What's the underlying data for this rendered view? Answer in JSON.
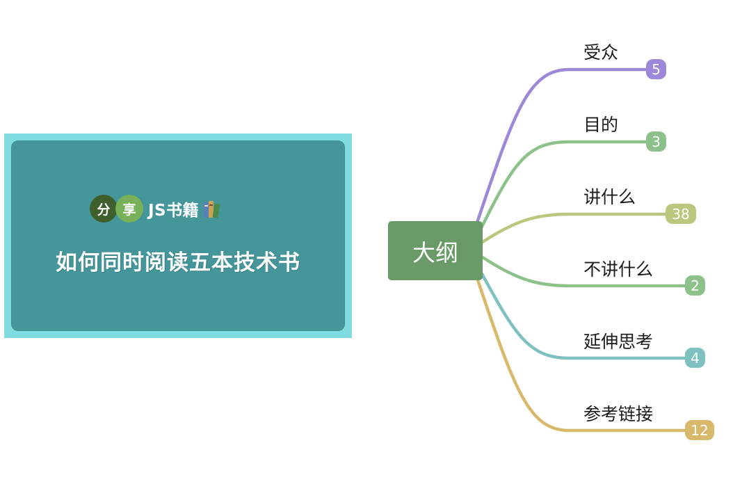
{
  "cover": {
    "badge_char_1": "分",
    "badge_char_2": "享",
    "badge_text": "JS书籍",
    "badge_icon": "books-icon",
    "title": "如何同时阅读五本技术书",
    "colors": {
      "frame": "#7fdde2",
      "card": "#44969a",
      "badge_dark": "#3f5f2c",
      "badge_light": "#79b05a"
    }
  },
  "mindmap": {
    "root": {
      "label": "大纲",
      "color": "#6a9a68"
    },
    "branches": [
      {
        "label": "受众",
        "count": "5",
        "color": "#9d87d8"
      },
      {
        "label": "目的",
        "count": "3",
        "color": "#8dc18a"
      },
      {
        "label": "讲什么",
        "count": "38",
        "color": "#b9c87c"
      },
      {
        "label": "不讲什么",
        "count": "2",
        "color": "#8dc18a"
      },
      {
        "label": "延伸思考",
        "count": "4",
        "color": "#7fc0c0"
      },
      {
        "label": "参考链接",
        "count": "12",
        "color": "#d8b86a"
      }
    ]
  }
}
